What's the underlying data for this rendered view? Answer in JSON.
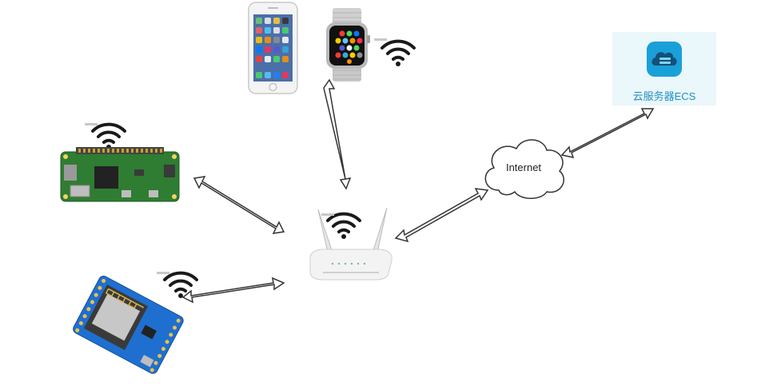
{
  "internet": {
    "label": "Internet"
  },
  "cloud_server": {
    "label": "云服务器ECS",
    "icon": "cloud-server-icon",
    "accent": "#1aa0d8"
  },
  "devices": [
    {
      "name": "iphone",
      "icon": "smartphone-icon"
    },
    {
      "name": "apple-watch",
      "icon": "smartwatch-icon"
    },
    {
      "name": "raspberry-pi-zero",
      "icon": "raspberry-pi-board-icon"
    },
    {
      "name": "esp8266-d1-mini",
      "icon": "esp8266-board-icon"
    },
    {
      "name": "wifi-router",
      "icon": "router-icon"
    }
  ],
  "colors": {
    "arrow_stroke": "#333333",
    "wifi": "#1a1a1a",
    "board_green": "#2e7d32",
    "board_blue": "#1f6fd1"
  }
}
